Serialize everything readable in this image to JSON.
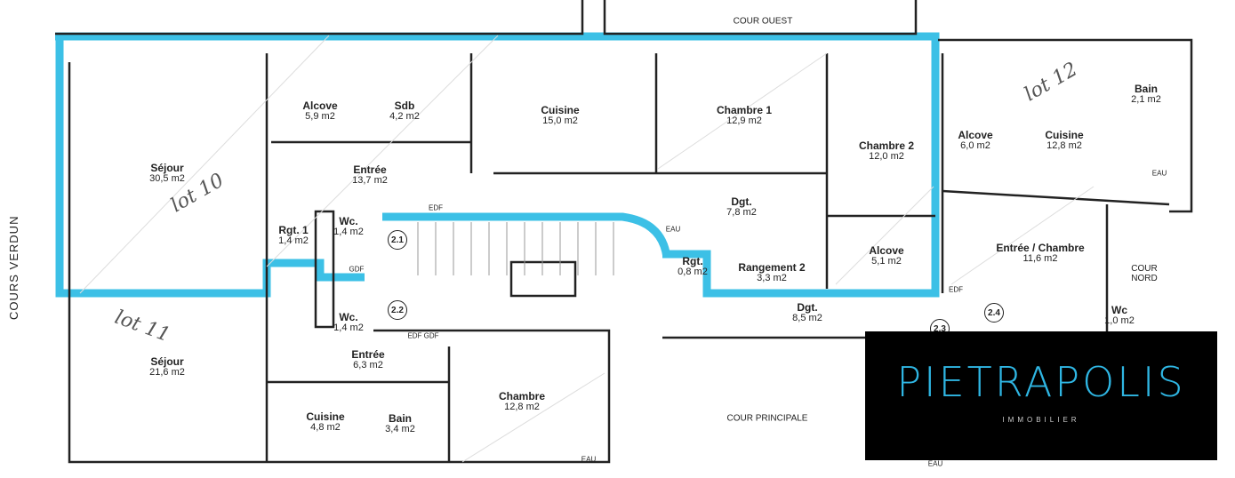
{
  "labels": {
    "cours_verdun": "COURS VERDUN",
    "cour_ouest": "COUR OUEST",
    "cour_nord": "COUR NORD",
    "cour_principale": "COUR PRINCIPALE",
    "edf": "EDF",
    "gdf": "GDF",
    "edf_gdf": "EDF GDF",
    "eau": "EAU"
  },
  "rooms": [
    {
      "name": "Séjour",
      "area": "30,5 m2"
    },
    {
      "name": "Alcove",
      "area": "5,9 m2"
    },
    {
      "name": "Sdb",
      "area": "4,2 m2"
    },
    {
      "name": "Cuisine",
      "area": "15,0 m2"
    },
    {
      "name": "Chambre 1",
      "area": "12,9 m2"
    },
    {
      "name": "Chambre 2",
      "area": "12,0 m2"
    },
    {
      "name": "Alcove",
      "area": "6,0 m2"
    },
    {
      "name": "Cuisine",
      "area": "12,8 m2"
    },
    {
      "name": "Bain",
      "area": "2,1 m2"
    },
    {
      "name": "Entrée",
      "area": "13,7 m2"
    },
    {
      "name": "Rgt. 1",
      "area": "1,4 m2"
    },
    {
      "name": "Wc.",
      "area": "1,4 m2"
    },
    {
      "name": "Dgt.",
      "area": "7,8 m2"
    },
    {
      "name": "Rgt.",
      "area": "0,8 m2"
    },
    {
      "name": "Rangement 2",
      "area": "3,3 m2"
    },
    {
      "name": "Alcove",
      "area": "5,1 m2"
    },
    {
      "name": "Entrée / Chambre",
      "area": "11,6 m2"
    },
    {
      "name": "Dgt.",
      "area": "8,5 m2"
    },
    {
      "name": "Wc",
      "area": "1,0 m2"
    },
    {
      "name": "Wc.",
      "area": "1,4 m2"
    },
    {
      "name": "Séjour",
      "area": "21,6 m2"
    },
    {
      "name": "Entrée",
      "area": "6,3 m2"
    },
    {
      "name": "Chambre",
      "area": "12,8 m2"
    },
    {
      "name": "Cuisine",
      "area": "4,8 m2"
    },
    {
      "name": "Bain",
      "area": "3,4 m2"
    }
  ],
  "stair_markers": [
    "2.1",
    "2.2",
    "2.3",
    "2.4"
  ],
  "lots": [
    "lot 10",
    "lot 11",
    "lot 12"
  ],
  "colors": {
    "highlight": "#3cc0e6",
    "wall": "#222222",
    "logo_bg": "#000000",
    "logo_text": "#2fb6e3"
  },
  "logo": {
    "brand": "PIETRAPOLIS",
    "tagline": "IMMOBILIER"
  }
}
